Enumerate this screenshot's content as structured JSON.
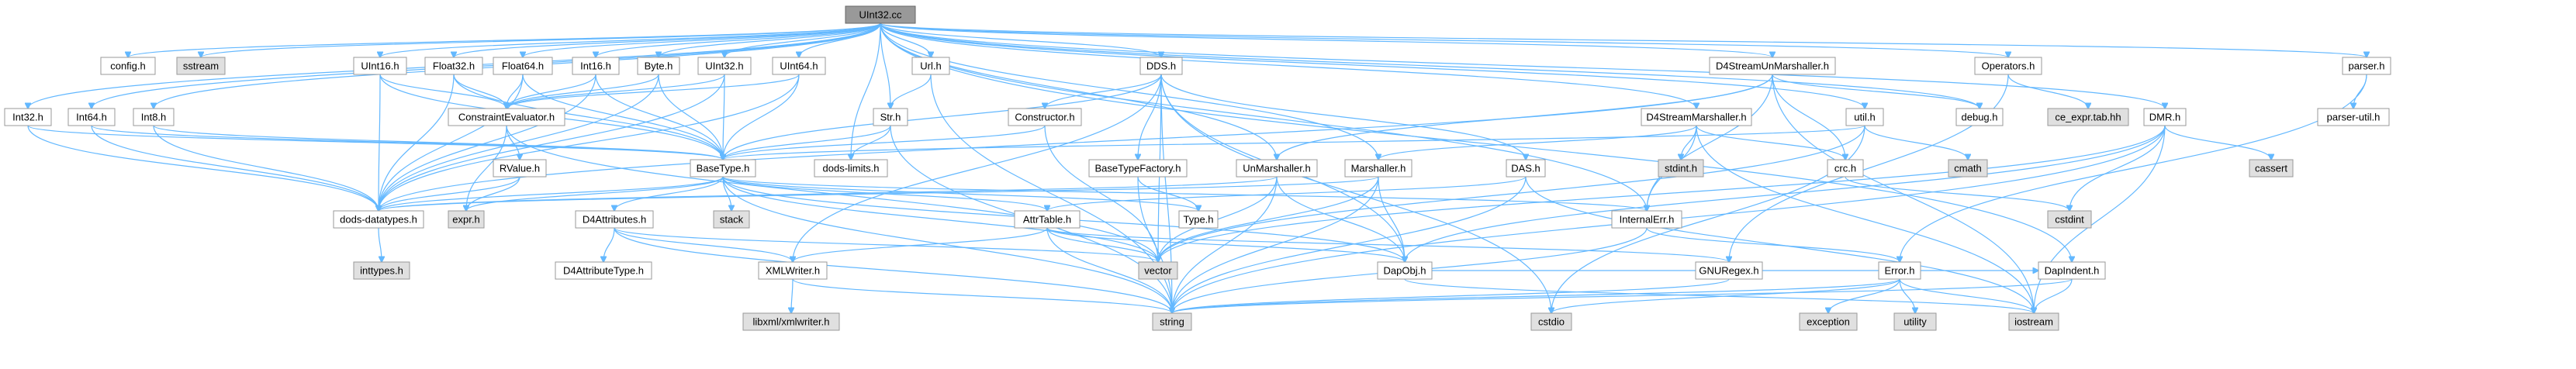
{
  "graph": {
    "root": "UInt32.cc",
    "colors": {
      "edge": "#63b8ff",
      "root_fill": "#999999",
      "file_fill": "#ffffff",
      "system_fill": "#e0e0e0",
      "border": "#999999"
    },
    "nodes": [
      {
        "id": "UInt32.cc",
        "kind": "root"
      },
      {
        "id": "config.h",
        "kind": "file"
      },
      {
        "id": "sstream",
        "kind": "system"
      },
      {
        "id": "UInt16.h",
        "kind": "file"
      },
      {
        "id": "Float32.h",
        "kind": "file"
      },
      {
        "id": "Float64.h",
        "kind": "file"
      },
      {
        "id": "Int16.h",
        "kind": "file"
      },
      {
        "id": "Byte.h",
        "kind": "file"
      },
      {
        "id": "UInt32.h",
        "kind": "file"
      },
      {
        "id": "UInt64.h",
        "kind": "file"
      },
      {
        "id": "Url.h",
        "kind": "file"
      },
      {
        "id": "DDS.h",
        "kind": "file"
      },
      {
        "id": "D4StreamUnMarshaller.h",
        "kind": "file"
      },
      {
        "id": "Operators.h",
        "kind": "file"
      },
      {
        "id": "parser.h",
        "kind": "file"
      },
      {
        "id": "Int32.h",
        "kind": "file"
      },
      {
        "id": "Int64.h",
        "kind": "file"
      },
      {
        "id": "Int8.h",
        "kind": "file"
      },
      {
        "id": "ConstraintEvaluator.h",
        "kind": "file"
      },
      {
        "id": "Str.h",
        "kind": "file"
      },
      {
        "id": "Constructor.h",
        "kind": "file"
      },
      {
        "id": "D4StreamMarshaller.h",
        "kind": "file"
      },
      {
        "id": "util.h",
        "kind": "file"
      },
      {
        "id": "debug.h",
        "kind": "file"
      },
      {
        "id": "ce_expr.tab.hh",
        "kind": "system"
      },
      {
        "id": "DMR.h",
        "kind": "file"
      },
      {
        "id": "parser-util.h",
        "kind": "file"
      },
      {
        "id": "RValue.h",
        "kind": "file"
      },
      {
        "id": "BaseType.h",
        "kind": "file"
      },
      {
        "id": "dods-limits.h",
        "kind": "file"
      },
      {
        "id": "BaseTypeFactory.h",
        "kind": "file"
      },
      {
        "id": "UnMarshaller.h",
        "kind": "file"
      },
      {
        "id": "Marshaller.h",
        "kind": "file"
      },
      {
        "id": "DAS.h",
        "kind": "file"
      },
      {
        "id": "stdint.h",
        "kind": "system"
      },
      {
        "id": "crc.h",
        "kind": "file"
      },
      {
        "id": "cmath",
        "kind": "system"
      },
      {
        "id": "cassert",
        "kind": "system"
      },
      {
        "id": "dods-datatypes.h",
        "kind": "file"
      },
      {
        "id": "expr.h",
        "kind": "system"
      },
      {
        "id": "stack",
        "kind": "system"
      },
      {
        "id": "AttrTable.h",
        "kind": "file"
      },
      {
        "id": "Type.h",
        "kind": "file"
      },
      {
        "id": "InternalErr.h",
        "kind": "file"
      },
      {
        "id": "cstdint",
        "kind": "system"
      },
      {
        "id": "D4Attributes.h",
        "kind": "file"
      },
      {
        "id": "inttypes.h",
        "kind": "system"
      },
      {
        "id": "D4AttributeType.h",
        "kind": "file"
      },
      {
        "id": "XMLWriter.h",
        "kind": "file"
      },
      {
        "id": "vector",
        "kind": "system"
      },
      {
        "id": "DapObj.h",
        "kind": "file"
      },
      {
        "id": "GNURegex.h",
        "kind": "file"
      },
      {
        "id": "Error.h",
        "kind": "file"
      },
      {
        "id": "DapIndent.h",
        "kind": "file"
      },
      {
        "id": "libxml/xmlwriter.h",
        "kind": "system"
      },
      {
        "id": "string",
        "kind": "system"
      },
      {
        "id": "cstdio",
        "kind": "system"
      },
      {
        "id": "exception",
        "kind": "system"
      },
      {
        "id": "utility",
        "kind": "system"
      },
      {
        "id": "iostream",
        "kind": "system"
      }
    ],
    "edges": [
      [
        "UInt32.cc",
        "config.h"
      ],
      [
        "UInt32.cc",
        "sstream"
      ],
      [
        "UInt32.cc",
        "UInt16.h"
      ],
      [
        "UInt32.cc",
        "Float32.h"
      ],
      [
        "UInt32.cc",
        "Float64.h"
      ],
      [
        "UInt32.cc",
        "Int16.h"
      ],
      [
        "UInt32.cc",
        "Byte.h"
      ],
      [
        "UInt32.cc",
        "UInt32.h"
      ],
      [
        "UInt32.cc",
        "UInt64.h"
      ],
      [
        "UInt32.cc",
        "Url.h"
      ],
      [
        "UInt32.cc",
        "DDS.h"
      ],
      [
        "UInt32.cc",
        "D4StreamUnMarshaller.h"
      ],
      [
        "UInt32.cc",
        "Operators.h"
      ],
      [
        "UInt32.cc",
        "parser.h"
      ],
      [
        "UInt32.cc",
        "Int32.h"
      ],
      [
        "UInt32.cc",
        "Int64.h"
      ],
      [
        "UInt32.cc",
        "Int8.h"
      ],
      [
        "UInt32.cc",
        "Str.h"
      ],
      [
        "UInt32.cc",
        "D4StreamMarshaller.h"
      ],
      [
        "UInt32.cc",
        "util.h"
      ],
      [
        "UInt32.cc",
        "debug.h"
      ],
      [
        "UInt32.cc",
        "DMR.h"
      ],
      [
        "UInt32.cc",
        "dods-limits.h"
      ],
      [
        "UInt32.cc",
        "UnMarshaller.h"
      ],
      [
        "UInt32.cc",
        "Marshaller.h"
      ],
      [
        "UInt32.cc",
        "InternalErr.h"
      ],
      [
        "UInt32.cc",
        "DapIndent.h"
      ],
      [
        "UInt16.h",
        "ConstraintEvaluator.h"
      ],
      [
        "UInt16.h",
        "BaseType.h"
      ],
      [
        "UInt16.h",
        "dods-datatypes.h"
      ],
      [
        "Float32.h",
        "ConstraintEvaluator.h"
      ],
      [
        "Float32.h",
        "BaseType.h"
      ],
      [
        "Float32.h",
        "dods-datatypes.h"
      ],
      [
        "Float64.h",
        "ConstraintEvaluator.h"
      ],
      [
        "Float64.h",
        "BaseType.h"
      ],
      [
        "Float64.h",
        "dods-datatypes.h"
      ],
      [
        "Int16.h",
        "ConstraintEvaluator.h"
      ],
      [
        "Int16.h",
        "BaseType.h"
      ],
      [
        "Int16.h",
        "dods-datatypes.h"
      ],
      [
        "Byte.h",
        "ConstraintEvaluator.h"
      ],
      [
        "Byte.h",
        "BaseType.h"
      ],
      [
        "Byte.h",
        "dods-datatypes.h"
      ],
      [
        "UInt32.h",
        "ConstraintEvaluator.h"
      ],
      [
        "UInt32.h",
        "BaseType.h"
      ],
      [
        "UInt32.h",
        "dods-datatypes.h"
      ],
      [
        "UInt64.h",
        "ConstraintEvaluator.h"
      ],
      [
        "UInt64.h",
        "BaseType.h"
      ],
      [
        "UInt64.h",
        "dods-datatypes.h"
      ],
      [
        "Url.h",
        "Str.h"
      ],
      [
        "Url.h",
        "string"
      ],
      [
        "DDS.h",
        "Constructor.h"
      ],
      [
        "DDS.h",
        "BaseType.h"
      ],
      [
        "DDS.h",
        "BaseTypeFactory.h"
      ],
      [
        "DDS.h",
        "DAS.h"
      ],
      [
        "DDS.h",
        "XMLWriter.h"
      ],
      [
        "DDS.h",
        "string"
      ],
      [
        "DDS.h",
        "vector"
      ],
      [
        "DDS.h",
        "cstdio"
      ],
      [
        "DDS.h",
        "DapObj.h"
      ],
      [
        "D4StreamUnMarshaller.h",
        "UnMarshaller.h"
      ],
      [
        "D4StreamUnMarshaller.h",
        "crc.h"
      ],
      [
        "D4StreamUnMarshaller.h",
        "InternalErr.h"
      ],
      [
        "D4StreamUnMarshaller.h",
        "iostream"
      ],
      [
        "D4StreamUnMarshaller.h",
        "debug.h"
      ],
      [
        "D4StreamUnMarshaller.h",
        "dods-datatypes.h"
      ],
      [
        "Operators.h",
        "ce_expr.tab.hh"
      ],
      [
        "Operators.h",
        "GNURegex.h"
      ],
      [
        "parser.h",
        "parser-util.h"
      ],
      [
        "parser.h",
        "Error.h"
      ],
      [
        "Int32.h",
        "BaseType.h"
      ],
      [
        "Int32.h",
        "dods-datatypes.h"
      ],
      [
        "Int64.h",
        "BaseType.h"
      ],
      [
        "Int64.h",
        "dods-datatypes.h"
      ],
      [
        "Int8.h",
        "BaseType.h"
      ],
      [
        "Int8.h",
        "dods-datatypes.h"
      ],
      [
        "ConstraintEvaluator.h",
        "RValue.h"
      ],
      [
        "ConstraintEvaluator.h",
        "expr.h"
      ],
      [
        "ConstraintEvaluator.h",
        "vector"
      ],
      [
        "Str.h",
        "BaseType.h"
      ],
      [
        "Str.h",
        "dods-limits.h"
      ],
      [
        "Str.h",
        "string"
      ],
      [
        "Constructor.h",
        "BaseType.h"
      ],
      [
        "Constructor.h",
        "vector"
      ],
      [
        "D4StreamMarshaller.h",
        "Marshaller.h"
      ],
      [
        "D4StreamMarshaller.h",
        "stdint.h"
      ],
      [
        "D4StreamMarshaller.h",
        "crc.h"
      ],
      [
        "D4StreamMarshaller.h",
        "InternalErr.h"
      ],
      [
        "D4StreamMarshaller.h",
        "iostream"
      ],
      [
        "util.h",
        "BaseType.h"
      ],
      [
        "util.h",
        "cmath"
      ],
      [
        "util.h",
        "cstdio"
      ],
      [
        "util.h",
        "vector"
      ],
      [
        "DMR.h",
        "cassert"
      ],
      [
        "DMR.h",
        "cstdint"
      ],
      [
        "DMR.h",
        "DapObj.h"
      ],
      [
        "DMR.h",
        "iostream"
      ],
      [
        "DMR.h",
        "vector"
      ],
      [
        "DMR.h",
        "string"
      ],
      [
        "RValue.h",
        "expr.h"
      ],
      [
        "RValue.h",
        "dods-datatypes.h"
      ],
      [
        "BaseType.h",
        "dods-datatypes.h"
      ],
      [
        "BaseType.h",
        "stack"
      ],
      [
        "BaseType.h",
        "D4Attributes.h"
      ],
      [
        "BaseType.h",
        "AttrTable.h"
      ],
      [
        "BaseType.h",
        "Type.h"
      ],
      [
        "BaseType.h",
        "InternalErr.h"
      ],
      [
        "BaseType.h",
        "vector"
      ],
      [
        "BaseType.h",
        "string"
      ],
      [
        "BaseType.h",
        "DapObj.h"
      ],
      [
        "BaseType.h",
        "expr.h"
      ],
      [
        "BaseTypeFactory.h",
        "Type.h"
      ],
      [
        "BaseTypeFactory.h",
        "string"
      ],
      [
        "UnMarshaller.h",
        "dods-datatypes.h"
      ],
      [
        "UnMarshaller.h",
        "DapObj.h"
      ],
      [
        "UnMarshaller.h",
        "vector"
      ],
      [
        "UnMarshaller.h",
        "string"
      ],
      [
        "Marshaller.h",
        "DapObj.h"
      ],
      [
        "Marshaller.h",
        "vector"
      ],
      [
        "Marshaller.h",
        "string"
      ],
      [
        "Marshaller.h",
        "dods-datatypes.h"
      ],
      [
        "DAS.h",
        "AttrTable.h"
      ],
      [
        "DAS.h",
        "string"
      ],
      [
        "DAS.h",
        "iostream"
      ],
      [
        "crc.h",
        "cstdint"
      ],
      [
        "dods-datatypes.h",
        "inttypes.h"
      ],
      [
        "AttrTable.h",
        "DapObj.h"
      ],
      [
        "AttrTable.h",
        "XMLWriter.h"
      ],
      [
        "AttrTable.h",
        "string"
      ],
      [
        "AttrTable.h",
        "vector"
      ],
      [
        "AttrTable.h",
        "GNURegex.h"
      ],
      [
        "InternalErr.h",
        "Error.h"
      ],
      [
        "InternalErr.h",
        "string"
      ],
      [
        "D4Attributes.h",
        "D4AttributeType.h"
      ],
      [
        "D4Attributes.h",
        "XMLWriter.h"
      ],
      [
        "D4Attributes.h",
        "string"
      ],
      [
        "D4Attributes.h",
        "vector"
      ],
      [
        "XMLWriter.h",
        "libxml/xmlwriter.h"
      ],
      [
        "XMLWriter.h",
        "string"
      ],
      [
        "DapObj.h",
        "DapIndent.h"
      ],
      [
        "DapObj.h",
        "iostream"
      ],
      [
        "GNURegex.h",
        "string"
      ],
      [
        "Error.h",
        "iostream"
      ],
      [
        "Error.h",
        "string"
      ],
      [
        "Error.h",
        "exception"
      ],
      [
        "Error.h",
        "utility"
      ],
      [
        "Error.h",
        "cstdio"
      ],
      [
        "DapIndent.h",
        "iostream"
      ],
      [
        "DapIndent.h",
        "string"
      ]
    ]
  }
}
